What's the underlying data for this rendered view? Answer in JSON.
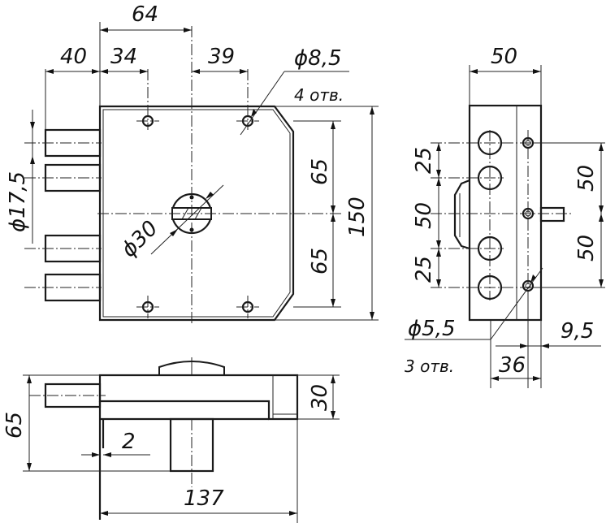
{
  "front_view": {
    "dims": {
      "d64": "64",
      "d40": "40",
      "d34": "34",
      "d39": "39",
      "d8_5": "ϕ8,5",
      "holes_4": "4 отв.",
      "d65_top": "65",
      "d65_bottom": "65",
      "d150": "150",
      "d17_5": "ϕ17,5",
      "d30": "ϕ30"
    }
  },
  "side_view": {
    "dims": {
      "d50_top": "50",
      "d25_top": "25",
      "d50_mid": "50",
      "d25_bottom": "25",
      "d50_right_top": "50",
      "d50_right_bottom": "50",
      "d5_5": "ϕ5,5",
      "holes_3": "3 отв.",
      "d9_5": "9,5",
      "d36": "36"
    }
  },
  "bottom_view": {
    "dims": {
      "d65": "65",
      "d30": "30",
      "d2": "2",
      "d137": "137"
    }
  },
  "colors": {
    "line": "#1a1a1a",
    "background": "#ffffff"
  }
}
